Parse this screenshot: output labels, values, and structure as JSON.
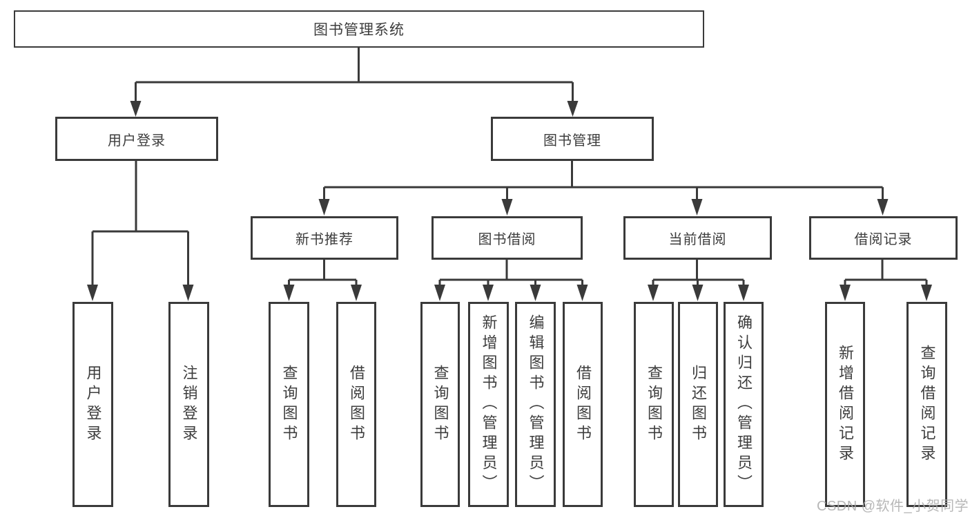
{
  "root": {
    "label": "图书管理系统"
  },
  "branches": [
    {
      "label": "用户登录",
      "leaves": [
        {
          "label": "用户登录"
        },
        {
          "label": "注销登录"
        }
      ]
    },
    {
      "label": "图书管理",
      "groups": [
        {
          "label": "新书推荐",
          "leaves": [
            {
              "label": "查询图书"
            },
            {
              "label": "借阅图书"
            }
          ]
        },
        {
          "label": "图书借阅",
          "leaves": [
            {
              "label": "查询图书"
            },
            {
              "label": "新增图书（管理员）"
            },
            {
              "label": "编辑图书（管理员）"
            },
            {
              "label": "借阅图书"
            }
          ]
        },
        {
          "label": "当前借阅",
          "leaves": [
            {
              "label": "查询图书"
            },
            {
              "label": "归还图书"
            },
            {
              "label": "确认归还（管理员）"
            }
          ]
        },
        {
          "label": "借阅记录",
          "leaves": [
            {
              "label": "新增借阅记录"
            },
            {
              "label": "查询借阅记录"
            }
          ]
        }
      ]
    }
  ],
  "watermark": "CSDN @软件_小贺同学",
  "colors": {
    "line": "#3a3a3a",
    "text": "#3d3d3d",
    "watermark": "#ababab"
  }
}
